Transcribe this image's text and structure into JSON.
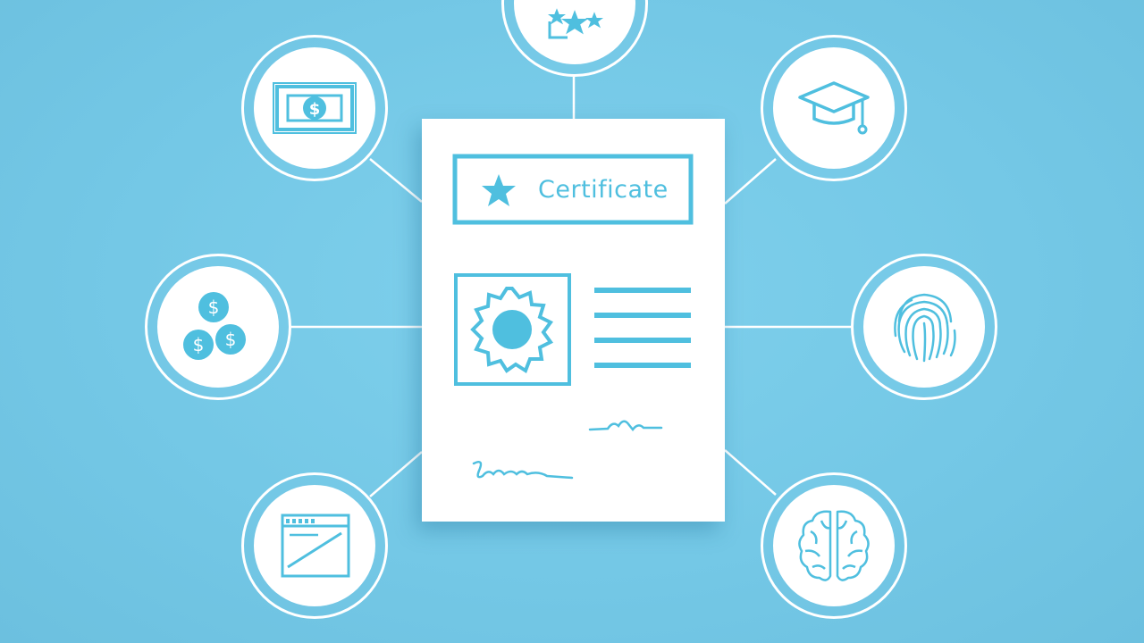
{
  "document": {
    "title": "Certificate"
  },
  "nodes": [
    {
      "id": "top",
      "icon": "award-stars-icon"
    },
    {
      "id": "top-left",
      "icon": "banknote-icon"
    },
    {
      "id": "top-right",
      "icon": "graduation-cap-icon"
    },
    {
      "id": "middle-left",
      "icon": "coins-icon"
    },
    {
      "id": "middle-right",
      "icon": "fingerprint-icon"
    },
    {
      "id": "bottom-left",
      "icon": "browser-window-icon"
    },
    {
      "id": "bottom-right",
      "icon": "brain-icon"
    }
  ],
  "colors": {
    "background": "#74c8e6",
    "accent": "#4fbfdf",
    "white": "#ffffff"
  }
}
